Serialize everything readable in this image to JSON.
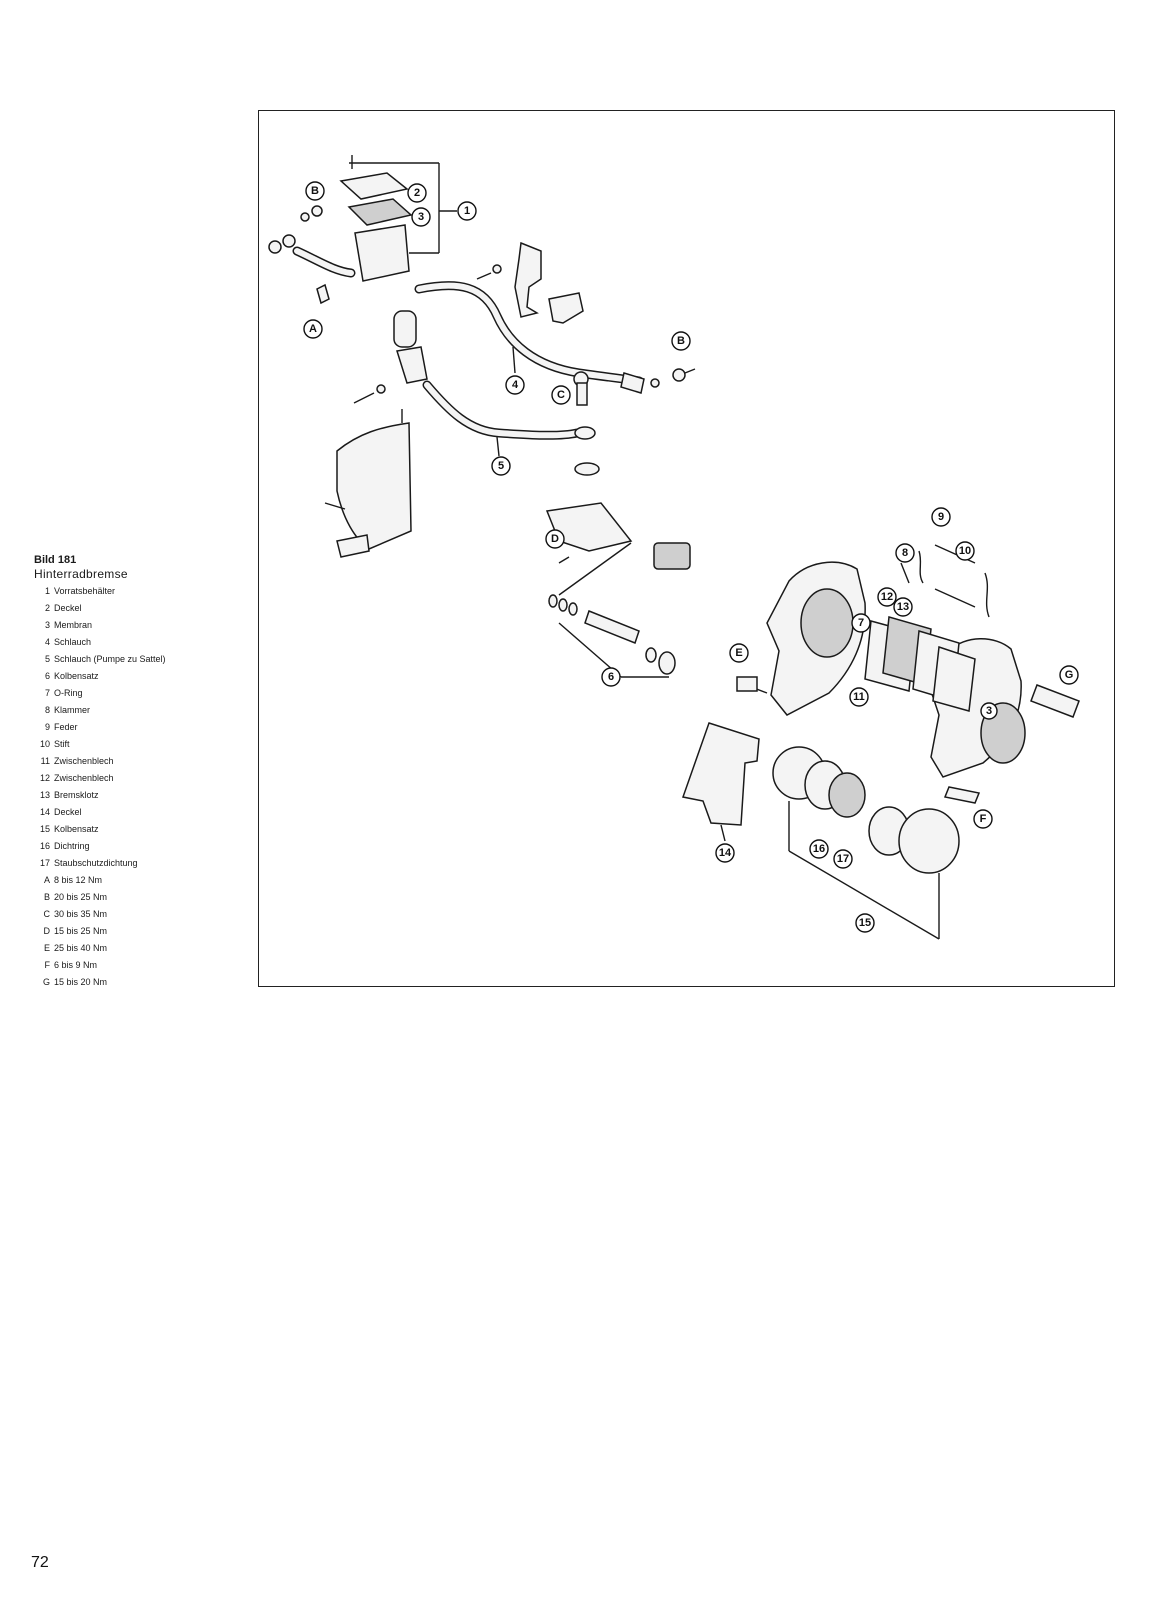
{
  "figure": {
    "number": "Bild 181",
    "title": "Hinterradbremse"
  },
  "legend": [
    {
      "key": "1",
      "text": "Vorratsbehälter"
    },
    {
      "key": "2",
      "text": "Deckel"
    },
    {
      "key": "3",
      "text": "Membran"
    },
    {
      "key": "4",
      "text": "Schlauch"
    },
    {
      "key": "5",
      "text": "Schlauch (Pumpe zu Sattel)"
    },
    {
      "key": "6",
      "text": "Kolbensatz"
    },
    {
      "key": "7",
      "text": "O-Ring"
    },
    {
      "key": "8",
      "text": "Klammer"
    },
    {
      "key": "9",
      "text": "Feder"
    },
    {
      "key": "10",
      "text": "Stift"
    },
    {
      "key": "11",
      "text": "Zwischenblech"
    },
    {
      "key": "12",
      "text": "Zwischenblech"
    },
    {
      "key": "13",
      "text": "Bremsklotz"
    },
    {
      "key": "14",
      "text": "Deckel"
    },
    {
      "key": "15",
      "text": "Kolbensatz"
    },
    {
      "key": "16",
      "text": "Dichtring"
    },
    {
      "key": "17",
      "text": "Staubschutzdichtung"
    },
    {
      "key": "A",
      "text": "8 bis 12 Nm"
    },
    {
      "key": "B",
      "text": "20 bis 25 Nm"
    },
    {
      "key": "C",
      "text": "30 bis 35 Nm"
    },
    {
      "key": "D",
      "text": "15 bis 25 Nm"
    },
    {
      "key": "E",
      "text": "25 bis 40 Nm"
    },
    {
      "key": "F",
      "text": "6 bis 9 Nm"
    },
    {
      "key": "G",
      "text": "15 bis 20 Nm"
    }
  ],
  "callouts": {
    "c1": "1",
    "c2": "2",
    "c3": "3",
    "c4": "4",
    "c5": "5",
    "c6": "6",
    "c7": "7",
    "c8": "8",
    "c9": "9",
    "c10": "10",
    "c11": "11",
    "c12": "12",
    "c13": "13",
    "c14": "14",
    "c15": "15",
    "c16": "16",
    "c17": "17",
    "c3b": "3",
    "cA": "A",
    "cB1": "B",
    "cB2": "B",
    "cC": "C",
    "cD": "D",
    "cE": "E",
    "cF": "F",
    "cG": "G"
  },
  "page_number": "72"
}
